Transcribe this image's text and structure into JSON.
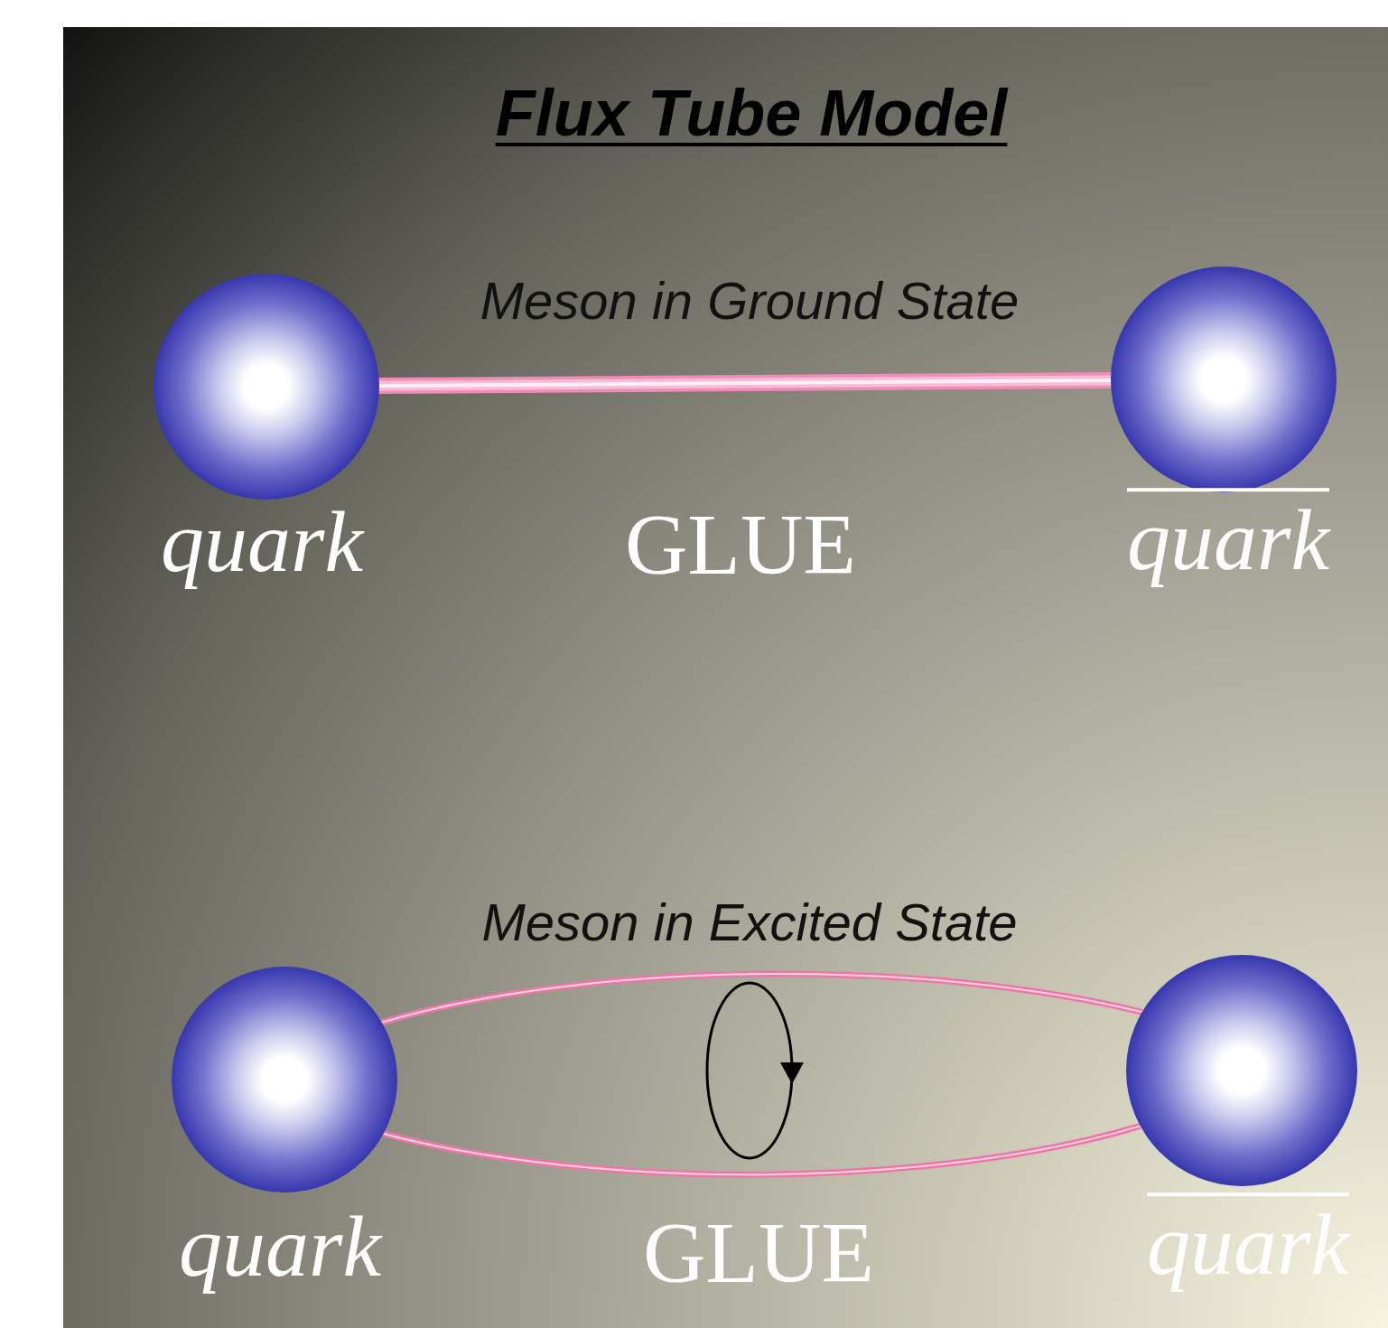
{
  "diagram": {
    "title": "Flux Tube Model",
    "nodes": [
      {
        "text": [
          "quark"
        ]
      },
      {
        "text": [
          "quark"
        ]
      },
      {
        "text": [
          "quark"
        ]
      },
      {
        "text": [
          "quark"
        ]
      }
    ],
    "edges": [
      {
        "from": 0,
        "to": 1,
        "arrow": "none"
      },
      {
        "from": 2,
        "to": 3,
        "arrow": "none"
      },
      {
        "from": 2,
        "to": 3,
        "arrow": "none"
      }
    ],
    "labels": [
      "Meson in Ground State",
      "GLUE",
      "Meson in Excited State",
      "GLUE"
    ]
  }
}
